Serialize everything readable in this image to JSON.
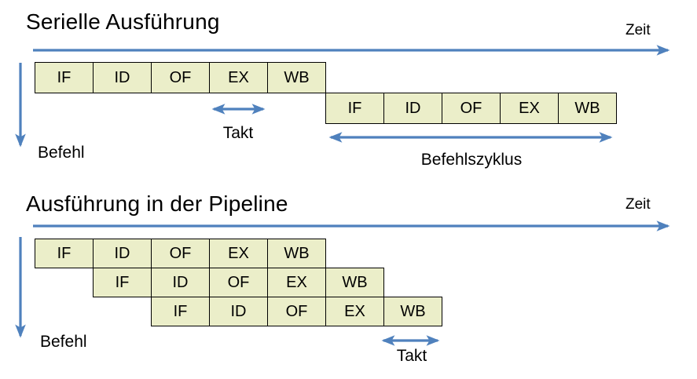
{
  "colors": {
    "accent_blue": "#4f81bd",
    "box_fill": "#ebeec9",
    "box_border": "#000000",
    "title_text": "#000000"
  },
  "serial": {
    "title": "Serielle Ausführung",
    "time_label": "Zeit",
    "instruction_axis_label": "Befehl",
    "clock_label": "Takt",
    "instruction_cycle_label": "Befehlszyklus",
    "rows": [
      {
        "stages": [
          "IF",
          "ID",
          "OF",
          "EX",
          "WB"
        ]
      },
      {
        "stages": [
          "IF",
          "ID",
          "OF",
          "EX",
          "WB"
        ]
      }
    ]
  },
  "pipeline": {
    "title": "Ausführung in der Pipeline",
    "time_label": "Zeit",
    "instruction_axis_label": "Befehl",
    "clock_label": "Takt",
    "rows": [
      {
        "stages": [
          "IF",
          "ID",
          "OF",
          "EX",
          "WB"
        ]
      },
      {
        "stages": [
          "IF",
          "ID",
          "OF",
          "EX",
          "WB"
        ]
      },
      {
        "stages": [
          "IF",
          "ID",
          "OF",
          "EX",
          "WB"
        ]
      }
    ]
  }
}
